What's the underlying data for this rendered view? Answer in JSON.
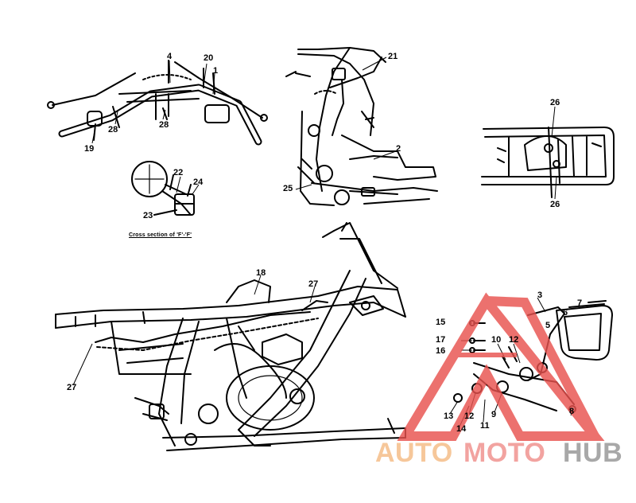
{
  "diagram": {
    "section_caption": "Cross section of 'F'-'F'",
    "callouts": [
      {
        "id": "c20a",
        "text": "20"
      },
      {
        "id": "c1a",
        "text": "1"
      },
      {
        "id": "c4a",
        "text": "4"
      },
      {
        "id": "c28a",
        "text": "28"
      },
      {
        "id": "c28b",
        "text": "28"
      },
      {
        "id": "c19",
        "text": "19"
      },
      {
        "id": "c22",
        "text": "22"
      },
      {
        "id": "c24",
        "text": "24"
      },
      {
        "id": "c23",
        "text": "23"
      },
      {
        "id": "c21",
        "text": "21"
      },
      {
        "id": "c2a",
        "text": "2"
      },
      {
        "id": "c25",
        "text": "25"
      },
      {
        "id": "c26a",
        "text": "26"
      },
      {
        "id": "c26b",
        "text": "26"
      },
      {
        "id": "c18",
        "text": "18"
      },
      {
        "id": "c27a",
        "text": "27"
      },
      {
        "id": "c27b",
        "text": "27"
      },
      {
        "id": "c3",
        "text": "3"
      },
      {
        "id": "c7",
        "text": "7"
      },
      {
        "id": "c6",
        "text": "6"
      },
      {
        "id": "c5",
        "text": "5"
      },
      {
        "id": "c15",
        "text": "15"
      },
      {
        "id": "c17",
        "text": "17"
      },
      {
        "id": "c16",
        "text": "16"
      },
      {
        "id": "c10",
        "text": "10"
      },
      {
        "id": "c12a",
        "text": "12"
      },
      {
        "id": "c8",
        "text": "8"
      },
      {
        "id": "c9",
        "text": "9"
      },
      {
        "id": "c13",
        "text": "13"
      },
      {
        "id": "c12b",
        "text": "12"
      },
      {
        "id": "c14",
        "text": "14"
      },
      {
        "id": "c11",
        "text": "11"
      }
    ]
  },
  "watermark": {
    "part1": "AUTO",
    "part2": "MOTO",
    "part3": "HUB",
    "color_auto": "#f6c79a",
    "color_moto": "#f2a3a0",
    "color_hub": "#a8a8a8",
    "logo_color": "#e8524f"
  }
}
